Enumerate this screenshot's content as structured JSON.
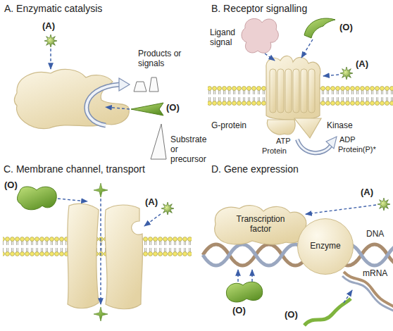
{
  "diagram": {
    "nodes": [
      {
        "text": [
          "Transcription factor"
        ]
      },
      {
        "text": [
          "Enzyme"
        ]
      }
    ],
    "labels": [
      "A. Enzymatic catalysis",
      "(A)",
      "Products or signals",
      "(O)",
      "Substrate or precursor",
      "B. Receptor signalling",
      "Ligand signal",
      "(O)",
      "(A)",
      "G-protein",
      "Kinase",
      "ATP",
      "ADP",
      "Protein",
      "Protein(P)*",
      "C. Membrane channel, transport",
      "(O)",
      "(A)",
      "D. Gene expression",
      "(A)",
      "DNA",
      "mRNA",
      "(O)",
      "(O)"
    ]
  }
}
